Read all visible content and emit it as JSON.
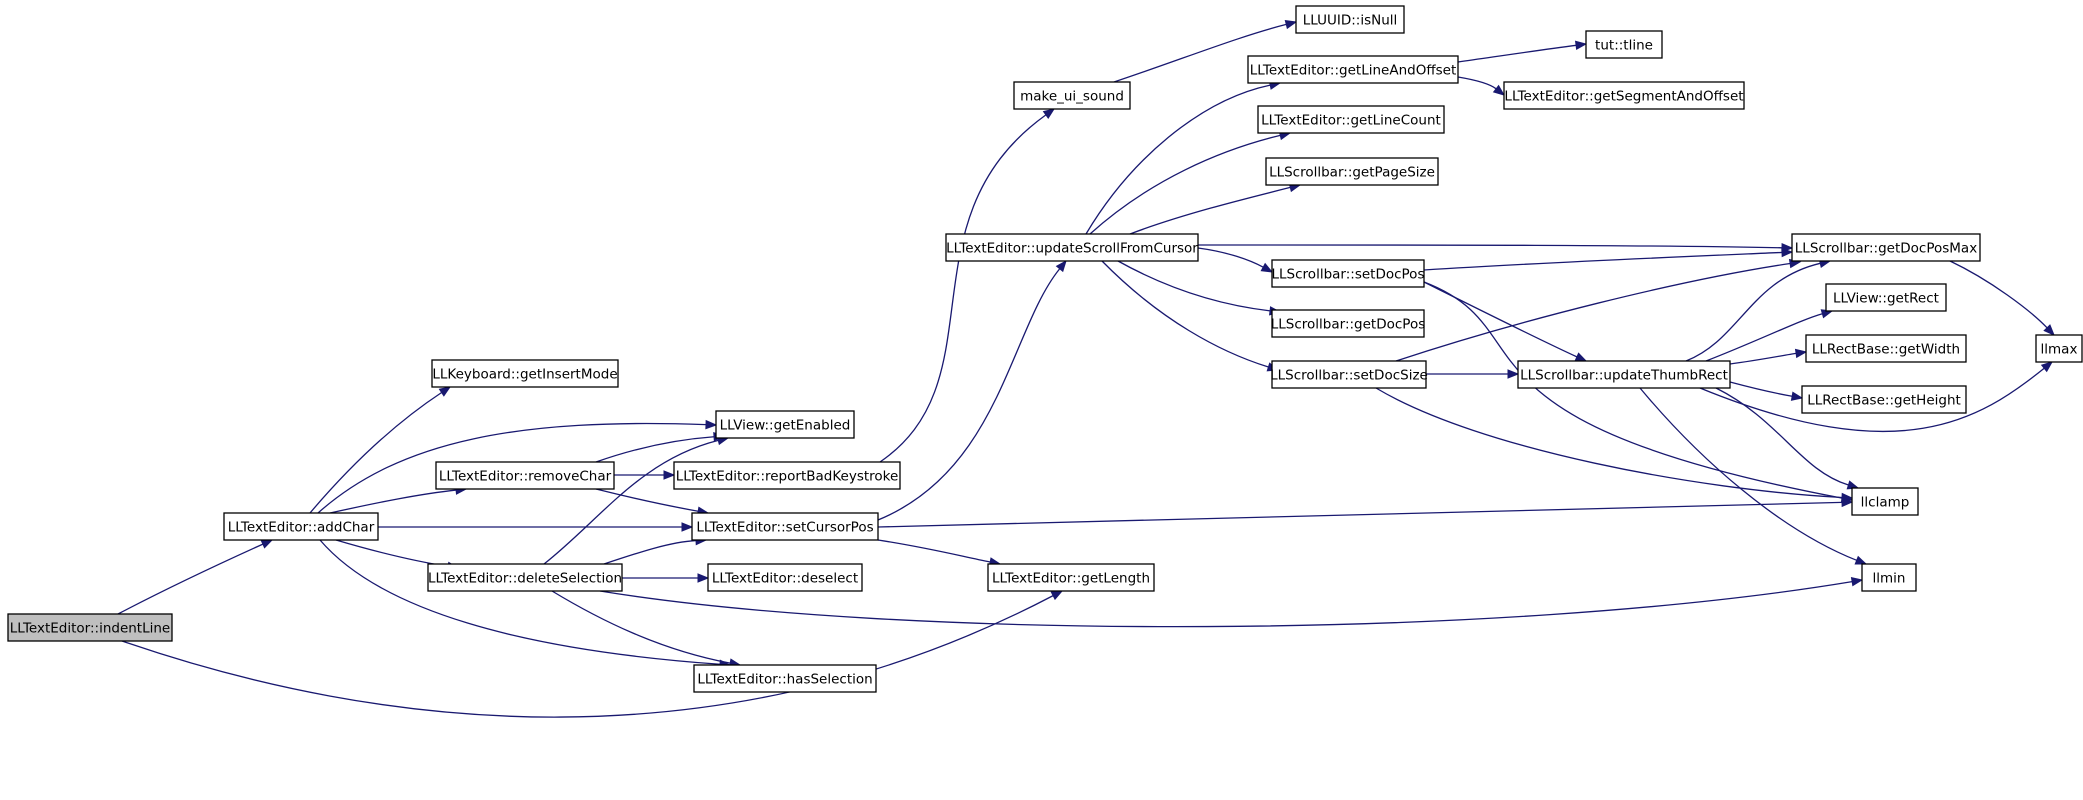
{
  "diagram": {
    "type": "call-graph",
    "colors": {
      "edge": "#191970",
      "root_fill": "#bfbfbf",
      "node_fill": "#ffffff",
      "border": "#000000"
    },
    "nodes": [
      {
        "id": "indentLine",
        "label": "LLTextEditor::indentLine",
        "root": true
      },
      {
        "id": "addChar",
        "label": "LLTextEditor::addChar"
      },
      {
        "id": "getInsertMode",
        "label": "LLKeyboard::getInsertMode"
      },
      {
        "id": "getEnabled",
        "label": "LLView::getEnabled"
      },
      {
        "id": "removeChar",
        "label": "LLTextEditor::removeChar"
      },
      {
        "id": "reportBadKeystroke",
        "label": "LLTextEditor::reportBadKeystroke"
      },
      {
        "id": "setCursorPos",
        "label": "LLTextEditor::setCursorPos"
      },
      {
        "id": "deleteSelection",
        "label": "LLTextEditor::deleteSelection"
      },
      {
        "id": "deselect",
        "label": "LLTextEditor::deselect"
      },
      {
        "id": "getLength",
        "label": "LLTextEditor::getLength"
      },
      {
        "id": "hasSelection",
        "label": "LLTextEditor::hasSelection"
      },
      {
        "id": "make_ui_sound",
        "label": "make_ui_sound"
      },
      {
        "id": "isNull",
        "label": "LLUUID::isNull"
      },
      {
        "id": "getLineAndOffset",
        "label": "LLTextEditor::getLineAndOffset"
      },
      {
        "id": "tline",
        "label": "tut::tline"
      },
      {
        "id": "getSegmentAndOffset",
        "label": "LLTextEditor::getSegmentAndOffset"
      },
      {
        "id": "getLineCount",
        "label": "LLTextEditor::getLineCount"
      },
      {
        "id": "getPageSize",
        "label": "LLScrollbar::getPageSize"
      },
      {
        "id": "updateScrollFromCursor",
        "label": "LLTextEditor::updateScrollFromCursor"
      },
      {
        "id": "setDocPos",
        "label": "LLScrollbar::setDocPos"
      },
      {
        "id": "getDocPos",
        "label": "LLScrollbar::getDocPos"
      },
      {
        "id": "setDocSize",
        "label": "LLScrollbar::setDocSize"
      },
      {
        "id": "getDocPosMax",
        "label": "LLScrollbar::getDocPosMax"
      },
      {
        "id": "getRect",
        "label": "LLView::getRect"
      },
      {
        "id": "getWidth",
        "label": "LLRectBase::getWidth"
      },
      {
        "id": "updateThumbRect",
        "label": "LLScrollbar::updateThumbRect"
      },
      {
        "id": "getHeight",
        "label": "LLRectBase::getHeight"
      },
      {
        "id": "llmax",
        "label": "llmax"
      },
      {
        "id": "llclamp",
        "label": "llclamp"
      },
      {
        "id": "llmin",
        "label": "llmin"
      }
    ],
    "edges": [
      [
        "indentLine",
        "addChar"
      ],
      [
        "indentLine",
        "getLength"
      ],
      [
        "addChar",
        "getInsertMode"
      ],
      [
        "addChar",
        "getEnabled"
      ],
      [
        "addChar",
        "removeChar"
      ],
      [
        "addChar",
        "setCursorPos"
      ],
      [
        "addChar",
        "deleteSelection"
      ],
      [
        "addChar",
        "hasSelection"
      ],
      [
        "removeChar",
        "getEnabled"
      ],
      [
        "removeChar",
        "reportBadKeystroke"
      ],
      [
        "removeChar",
        "setCursorPos"
      ],
      [
        "deleteSelection",
        "getEnabled"
      ],
      [
        "deleteSelection",
        "setCursorPos"
      ],
      [
        "deleteSelection",
        "deselect"
      ],
      [
        "deleteSelection",
        "hasSelection"
      ],
      [
        "deleteSelection",
        "llmin"
      ],
      [
        "reportBadKeystroke",
        "make_ui_sound"
      ],
      [
        "make_ui_sound",
        "isNull"
      ],
      [
        "setCursorPos",
        "updateScrollFromCursor"
      ],
      [
        "setCursorPos",
        "getLength"
      ],
      [
        "setCursorPos",
        "llclamp"
      ],
      [
        "updateScrollFromCursor",
        "getLineAndOffset"
      ],
      [
        "updateScrollFromCursor",
        "getLineCount"
      ],
      [
        "updateScrollFromCursor",
        "getPageSize"
      ],
      [
        "updateScrollFromCursor",
        "setDocPos"
      ],
      [
        "updateScrollFromCursor",
        "getDocPos"
      ],
      [
        "updateScrollFromCursor",
        "setDocSize"
      ],
      [
        "updateScrollFromCursor",
        "getDocPosMax"
      ],
      [
        "getLineAndOffset",
        "tline"
      ],
      [
        "getLineAndOffset",
        "getSegmentAndOffset"
      ],
      [
        "setDocPos",
        "getDocPosMax"
      ],
      [
        "setDocPos",
        "updateThumbRect"
      ],
      [
        "setDocPos",
        "llclamp"
      ],
      [
        "setDocSize",
        "updateThumbRect"
      ],
      [
        "setDocSize",
        "getDocPosMax"
      ],
      [
        "setDocSize",
        "llclamp"
      ],
      [
        "updateThumbRect",
        "getDocPosMax"
      ],
      [
        "updateThumbRect",
        "getRect"
      ],
      [
        "updateThumbRect",
        "getWidth"
      ],
      [
        "updateThumbRect",
        "getHeight"
      ],
      [
        "updateThumbRect",
        "llmax"
      ],
      [
        "updateThumbRect",
        "llclamp"
      ],
      [
        "updateThumbRect",
        "llmin"
      ],
      [
        "getDocPosMax",
        "llmax"
      ]
    ]
  }
}
